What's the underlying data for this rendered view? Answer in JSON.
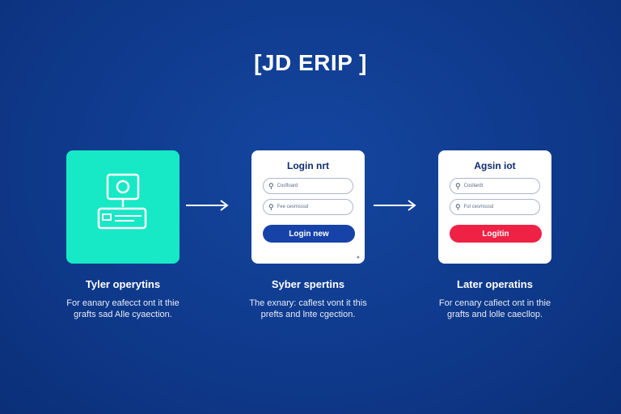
{
  "title": "[JD ERIP ]",
  "steps": [
    {
      "heading": "Tyler operytins",
      "desc_line1": "For eanary eafecct ont it thie",
      "desc_line2": "grafts sad Alle cyaection."
    },
    {
      "heading": "Syber spertins",
      "desc_line1": "The exnary: caflest vont it this",
      "desc_line2": "prefts and lnte cgection.",
      "login": {
        "title": "Login nrt",
        "field1_placeholder": "Cosfloard",
        "field2_placeholder": "Fee cesmsssd",
        "button_label": "Login new"
      }
    },
    {
      "heading": "Later operatins",
      "desc_line1": "For cenary cafiect ont in thie",
      "desc_line2": "grafts and lolle caecllop.",
      "login": {
        "title": "Agsin iot",
        "field1_placeholder": "Cosllardt",
        "field2_placeholder": "Fol cesmsssd",
        "button_label": "Logitin"
      }
    }
  ],
  "icons": {
    "device": "camera-card-icon",
    "search": "search-icon",
    "lock": "lock-icon",
    "arrow": "arrow-right-icon"
  },
  "colors": {
    "background": "#0f3a8c",
    "teal": "#17e8c5",
    "button_blue": "#1743a8",
    "button_red": "#ef2245"
  }
}
